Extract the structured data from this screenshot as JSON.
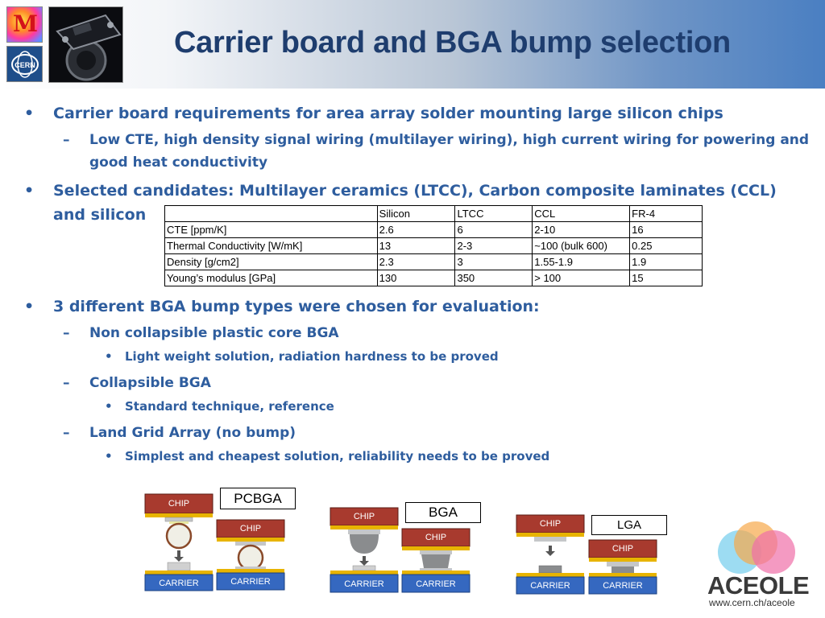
{
  "slide": {
    "title": "Carrier board and BGA bump selection"
  },
  "bullets": [
    {
      "level": 1,
      "text": "Carrier board requirements for area array solder mounting large silicon chips"
    },
    {
      "level": 2,
      "text": "Low CTE, high density signal wiring (multilayer wiring), high current wiring for powering and good heat conductivity"
    },
    {
      "level": 1,
      "text": "Selected candidates: Multilayer ceramics (LTCC), Carbon composite laminates (CCL) and silicon"
    },
    {
      "level": 1,
      "text": "3 different BGA bump types were chosen for evaluation:"
    },
    {
      "level": 2,
      "text": "Non collapsible plastic core BGA"
    },
    {
      "level": 3,
      "text": "Light weight solution, radiation hardness to be proved"
    },
    {
      "level": 2,
      "text": "Collapsible BGA"
    },
    {
      "level": 3,
      "text": "Standard technique, reference"
    },
    {
      "level": 2,
      "text": "Land Grid Array (no bump)"
    },
    {
      "level": 3,
      "text": "Simplest and cheapest solution, reliability needs to be proved"
    }
  ],
  "markers": {
    "l1": "•",
    "l2": "–",
    "l3": "•"
  },
  "table": {
    "headers": [
      "",
      "Silicon",
      "LTCC",
      "CCL",
      "FR-4"
    ],
    "rows": [
      [
        "CTE  [ppm/K]",
        "2.6",
        "6",
        "2-10",
        "16"
      ],
      [
        "Thermal Conductivity [W/mK]",
        "13",
        "2-3",
        "~100 (bulk 600)",
        "0.25"
      ],
      [
        "Density [g/cm2]",
        "2.3",
        "3",
        "1.55-1.9",
        "1.9"
      ],
      [
        "Young’s modulus [GPa]",
        "130",
        "350",
        "> 100",
        "15"
      ]
    ]
  },
  "diagrams": {
    "chip_label": "CHIP",
    "carrier_label": "CARRIER",
    "pcbga_label": "PCBGA",
    "bga_label": "BGA",
    "lga_label": "LGA"
  },
  "logos": {
    "m_letter": "M",
    "cern_text": "CERN",
    "aceole_word": "ACEOLE",
    "aceole_url": "www.cern.ch/aceole"
  },
  "colors": {
    "title": "#1e3d6e",
    "bullet_text": "#2e5d9e",
    "chip": "#a83a2e",
    "carrier": "#3568c0",
    "pad": "#e8b400",
    "bump_lead": "#c5c7c9"
  }
}
